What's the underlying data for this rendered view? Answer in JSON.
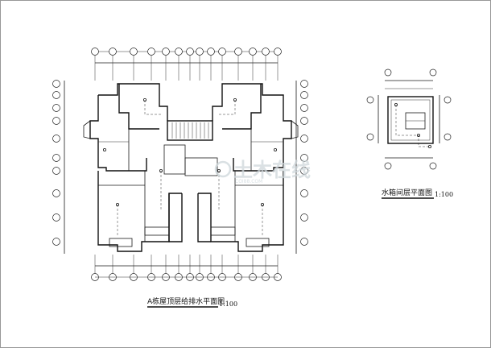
{
  "main_plan": {
    "title": "A栋屋顶层给排水平面图",
    "scale": "1:100"
  },
  "tank_plan": {
    "title": "水箱间层平面图",
    "scale": "1:100"
  },
  "watermark": {
    "text": "土木在线",
    "sub": "COI88.COM"
  }
}
